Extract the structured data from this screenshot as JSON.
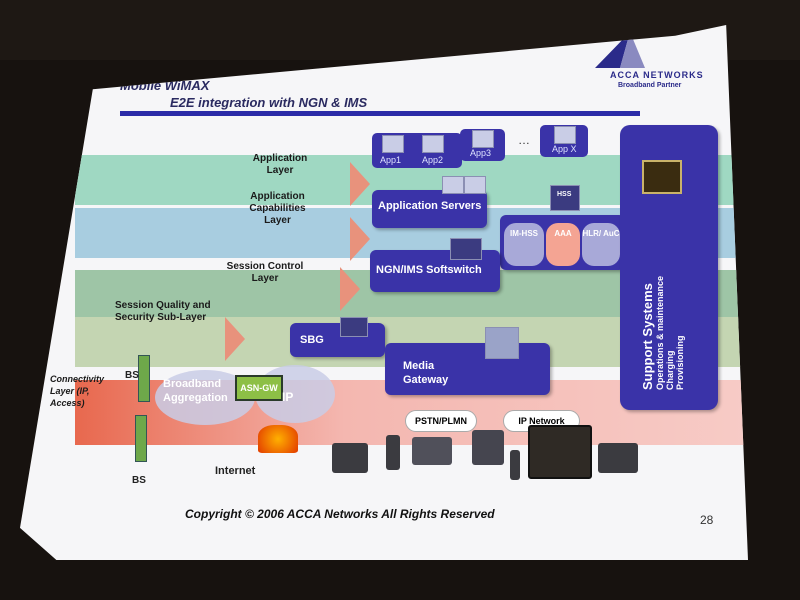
{
  "header": {
    "title_line1": "Mobile WiMAX",
    "title_line2": "E2E integration with NGN  & IMS",
    "logo_text": "ACCA NETWORKS",
    "logo_tagline": "Broadband Partner"
  },
  "layers": {
    "application": "Application Layer",
    "application_capabilities": "Application Capabilities Layer",
    "session_control": "Session Control Layer",
    "session_quality": "Session Quality and Security Sub-Layer",
    "connectivity": "Connectivity Layer (IP, Access)"
  },
  "apps": [
    "App1",
    "App2",
    "App3",
    "App X"
  ],
  "apps_ellipsis": "…",
  "boxes": {
    "application_servers": "Application Servers",
    "ngn_ims_softswitch": "NGN/IMS Softswitch",
    "sbg": "SBG",
    "media_gateway": "Media Gateway"
  },
  "hss_block": {
    "hss": "HSS",
    "im_hss": "IM-HSS",
    "aaa": "AAA",
    "hlr_auc": "HLR/ AuC"
  },
  "support": {
    "title": "Support Systems",
    "items": [
      "Operations & maintenance",
      "Charging",
      "Provisioning"
    ]
  },
  "access": {
    "bs_top": "BS",
    "bs_bottom": "BS",
    "broadband_aggregation": "Broadband Aggregation",
    "asn_gw": "ASN-GW",
    "ip": "IP",
    "internet": "Internet"
  },
  "networks": {
    "pstn_plmn": "PSTN/PLMN",
    "ip_network": "IP Network"
  },
  "footer": {
    "copyright": "Copyright © 2006 ACCA Networks All Rights Reserved",
    "page_number": "28"
  },
  "colors": {
    "accent": "#3a33a8",
    "slide_bg": "#f6f6f8"
  }
}
